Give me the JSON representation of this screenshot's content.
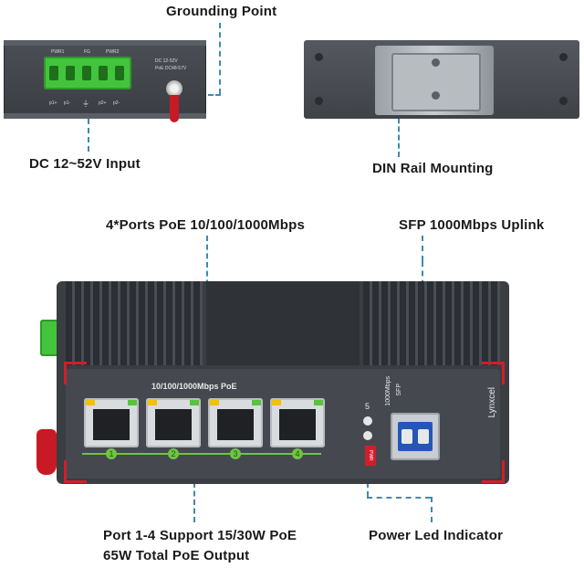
{
  "callouts": {
    "grounding": "Grounding Point",
    "dc_input": "DC 12~52V Input",
    "din_rail": "DIN Rail Mounting",
    "poe_ports": "4*Ports PoE 10/100/1000Mbps",
    "sfp_uplink": "SFP 1000Mbps Uplink",
    "poe_support_line1": "Port 1-4 Support 15/30W PoE",
    "poe_support_line2": "65W Total PoE Output",
    "power_led": "Power Led Indicator"
  },
  "top_device": {
    "pwr1": "PWR1",
    "fg": "FG",
    "pwr2": "PWR2",
    "terms": [
      "p1+",
      "p1-",
      "⏚",
      "p2+",
      "p2-"
    ],
    "spec_line1": "DC 12-52V",
    "spec_line2": "PoE DC48-57V"
  },
  "front_device": {
    "port_header": "10/100/1000Mbps PoE",
    "port_numbers": [
      "1",
      "2",
      "3",
      "4"
    ],
    "sfp_label_line1": "1000Mbps",
    "sfp_label_line2": "SFP",
    "led_label": "5",
    "pwr_label": "PWR",
    "brand": "Lynxcel"
  },
  "colors": {
    "leader_line": "#3f8ab0",
    "terminal_green": "#43c43c",
    "accent_red": "#d11e2a",
    "port_line_green": "#6fc443",
    "sfp_blue": "#2456b8"
  }
}
